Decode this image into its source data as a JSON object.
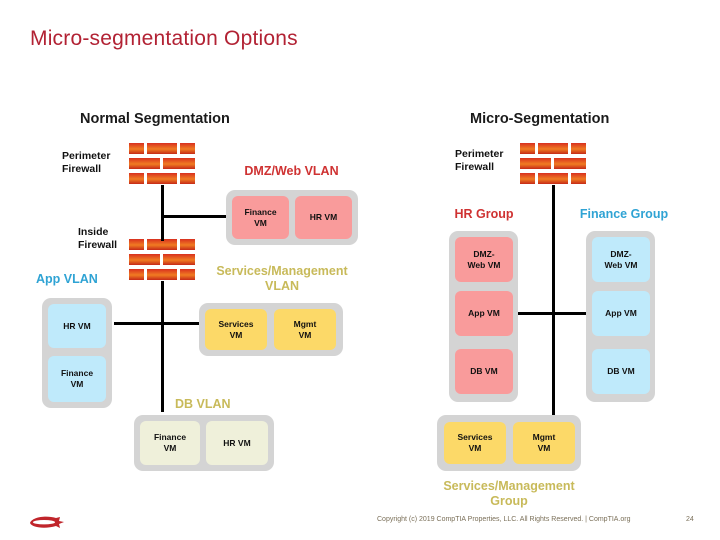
{
  "slide": {
    "title": "Micro-segmentation Options"
  },
  "left": {
    "heading": "Normal Segmentation",
    "perimeter_firewall_label": "Perimeter\nFirewall",
    "inside_firewall_label": "Inside\nFirewall",
    "dmz_vlan_label": "DMZ/Web VLAN",
    "app_vlan_label": "App VLAN",
    "services_vlan_label": "Services/Management\nVLAN",
    "db_vlan_label": "DB VLAN",
    "dmz_vms": [
      {
        "label": "Finance\nVM"
      },
      {
        "label": "HR VM"
      }
    ],
    "app_vms": [
      {
        "label": "HR VM"
      },
      {
        "label": "Finance\nVM"
      }
    ],
    "services_vms": [
      {
        "label": "Services\nVM"
      },
      {
        "label": "Mgmt\nVM"
      }
    ],
    "db_vms": [
      {
        "label": "Finance\nVM"
      },
      {
        "label": "HR VM"
      }
    ]
  },
  "right": {
    "heading": "Micro-Segmentation",
    "perimeter_firewall_label": "Perimeter\nFirewall",
    "hr_group_label": "HR Group",
    "finance_group_label": "Finance Group",
    "services_group_label": "Services/Management\nGroup",
    "hr_group_vms": [
      {
        "label": "DMZ-\nWeb VM"
      },
      {
        "label": "App VM"
      },
      {
        "label": "DB VM"
      }
    ],
    "finance_group_vms": [
      {
        "label": "DMZ-\nWeb VM"
      },
      {
        "label": "App VM"
      },
      {
        "label": "DB VM"
      }
    ],
    "services_group_vms": [
      {
        "label": "Services\nVM"
      },
      {
        "label": "Mgmt\nVM"
      }
    ]
  },
  "footer": {
    "copyright": "Copyright (c) 2019 CompTIA Properties, LLC. All Rights Reserved.  |  CompTIA.org",
    "page_number": "24"
  },
  "colors": {
    "title_red": "#B22234",
    "vm_pink": "#f99b9b",
    "vm_blue": "#bfeafb",
    "vm_gold": "#fcd968",
    "vm_khaki": "#eff0da",
    "container_gray": "#d4d4d4",
    "label_red": "#cf3232",
    "label_blue": "#2fa3d4",
    "label_olive": "#c8ba5a",
    "brick_orange": "#f07c22"
  }
}
